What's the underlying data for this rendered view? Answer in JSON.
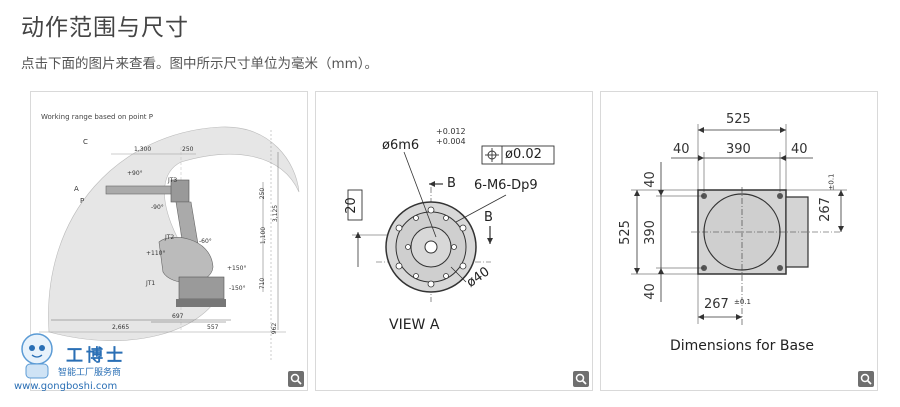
{
  "page": {
    "title": "动作范围与尺寸",
    "subtitle": "点击下面的图片来查看。图中所示尺寸单位为毫米（mm）。"
  },
  "figure1": {
    "header": "Working range based on point P",
    "label_c": "C",
    "label_a": "A",
    "label_p": "P",
    "dims": [
      "1,300",
      "250",
      "2,665",
      "697",
      "557",
      "962",
      "3,125",
      "1,100",
      "710",
      "250"
    ],
    "angles": [
      "+90°",
      "-90°",
      "-60°",
      "+150°",
      "-150°",
      "+110°"
    ],
    "joints": [
      "JT1",
      "JT2",
      "JT3"
    ]
  },
  "figure2": {
    "fit": "ø6m6",
    "tol_top": "+0.012",
    "tol_bottom": "+0.004",
    "position_tol": "ø0.02",
    "label_b1": "B",
    "label_b2": "B",
    "holes": "6-M6-Dp9",
    "depth": "20",
    "diameter": "ø40",
    "caption": "VIEW A"
  },
  "figure3": {
    "dim_top": "525",
    "dim_left40": "40",
    "dim_390": "390",
    "dim_right40": "40",
    "dim_left_top40": "40",
    "dim_left_390": "390",
    "dim_left_bottom40": "40",
    "dim_left_525": "525",
    "dim_right_267": "267",
    "dim_right_tol": "±0.1",
    "dim_bottom_267": "267",
    "dim_bottom_tol": "±0.1",
    "caption": "Dimensions for Base"
  },
  "watermark": {
    "logo": "工博士",
    "tagline": "智能工厂服务商",
    "url": "www.gongboshi.com"
  },
  "icons": {
    "zoom": "magnifier-icon"
  }
}
